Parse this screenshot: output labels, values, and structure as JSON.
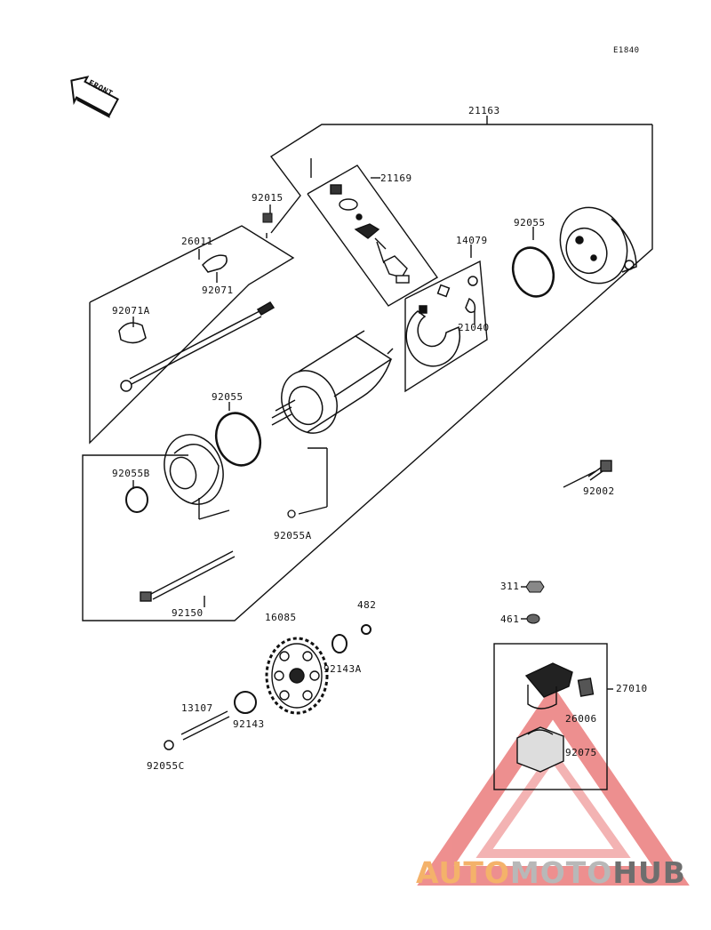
{
  "diagram_code": "E1840",
  "front_label": "FRONT",
  "parts": {
    "p21163": "21163",
    "p21169": "21169",
    "p92015": "92015",
    "p26011": "26011",
    "p92071": "92071",
    "p92071A": "92071A",
    "p14079": "14079",
    "p92055_top": "92055",
    "p21040": "21040",
    "p92055_mid": "92055",
    "p92055B": "92055B",
    "p92055A": "92055A",
    "p92002": "92002",
    "p92150": "92150",
    "p311": "311",
    "p461": "461",
    "p16085": "16085",
    "p482": "482",
    "p92143A": "92143A",
    "p13107": "13107",
    "p92143": "92143",
    "p92055C": "92055C",
    "p27010": "27010",
    "p26006": "26006",
    "p92075": "92075"
  },
  "watermark": {
    "part1": "AUTO",
    "part2": "MOTO",
    "part3": "HUB",
    "color1": "#f4b26a",
    "color2": "#b8b8b8",
    "color3": "#6e6e6e",
    "triangle_color": "#e86a6a"
  }
}
